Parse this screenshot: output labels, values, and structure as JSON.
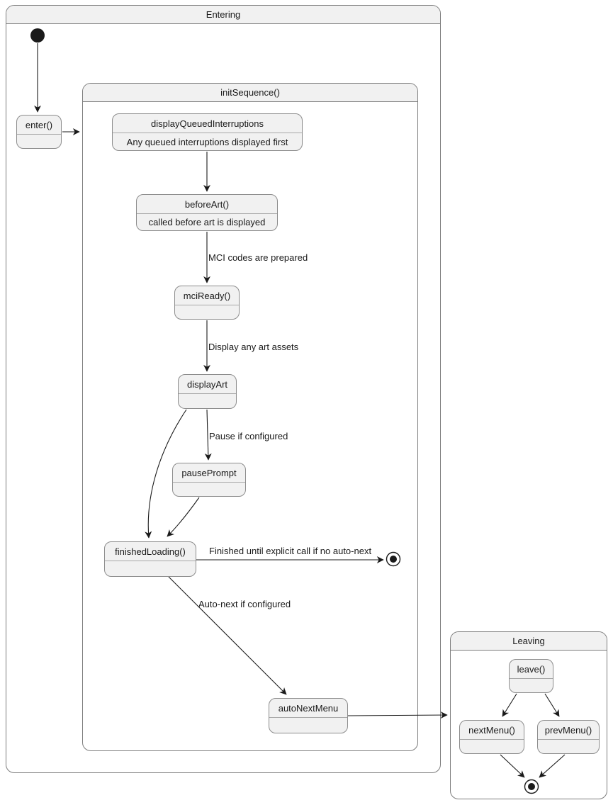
{
  "containers": {
    "entering": {
      "title": "Entering"
    },
    "init_sequence": {
      "title": "initSequence()"
    },
    "leaving": {
      "title": "Leaving"
    }
  },
  "states": {
    "enter": {
      "title": "enter()"
    },
    "display_queued_interruptions": {
      "title": "displayQueuedInterruptions",
      "description": "Any queued interruptions displayed first"
    },
    "before_art": {
      "title": "beforeArt()",
      "description": "called before art is displayed"
    },
    "mci_ready": {
      "title": "mciReady()"
    },
    "display_art": {
      "title": "displayArt"
    },
    "pause_prompt": {
      "title": "pausePrompt"
    },
    "finished_loading": {
      "title": "finishedLoading()"
    },
    "auto_next_menu": {
      "title": "autoNextMenu"
    },
    "leave": {
      "title": "leave()"
    },
    "next_menu": {
      "title": "nextMenu()"
    },
    "prev_menu": {
      "title": "prevMenu()"
    }
  },
  "transitions": {
    "before_art_to_mci_ready": {
      "label": "MCI codes are prepared"
    },
    "mci_ready_to_display_art": {
      "label": "Display any art assets"
    },
    "display_art_to_pause_prompt": {
      "label": "Pause if configured"
    },
    "finished_loading_to_final": {
      "label": "Finished until explicit call if no auto-next"
    },
    "finished_loading_to_auto_next_menu": {
      "label": "Auto-next if configured"
    }
  },
  "colors": {
    "state_fill": "#f1f1f1",
    "container_border": "#7d7d7d",
    "state_border": "#8c8c8c",
    "arrow": "#1a1a1a",
    "background": "#ffffff"
  }
}
